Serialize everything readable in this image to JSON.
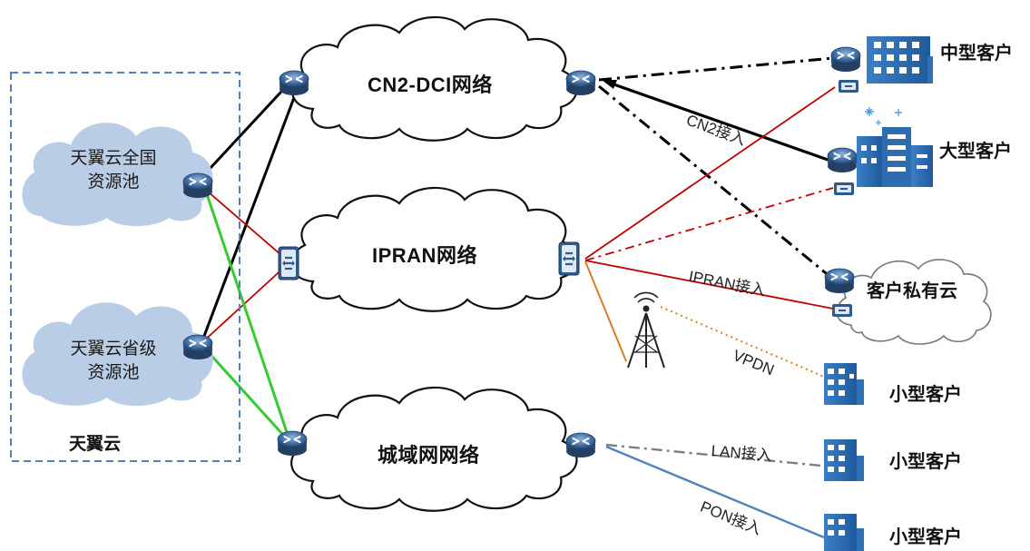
{
  "tianyi": {
    "group_label": "天翼云",
    "national_pool": [
      "天翼云全国",
      "资源池"
    ],
    "provincial_pool": [
      "天翼云省级",
      "资源池"
    ]
  },
  "networks": {
    "cn2": "CN2-DCI网络",
    "ipran": "IPRAN网络",
    "metro": "城域网网络"
  },
  "customers": {
    "medium": "中型客户",
    "large": "大型客户",
    "private_cloud": "客户私有云",
    "small_vpdn": "小型客户",
    "small_lan": "小型客户",
    "small_pon": "小型客户"
  },
  "links": {
    "cn2_access": "CN2接入",
    "ipran_access": "IPRAN接入",
    "vpdn": "VPDN",
    "lan_access": "LAN接入",
    "pon_access": "PON接入"
  },
  "colors": {
    "cloud_fill": "#b9cde6",
    "net_cloud_stroke": "#111111",
    "cn2_line": "#000000",
    "ipran_line": "#c00000",
    "inner_green": "#33cc33",
    "vpdn_line": "#e07a1f",
    "pon_line": "#4f81bd",
    "lan_line": "#7f7f7f",
    "building": "#2e6fb6",
    "router": "#3f6ea8"
  },
  "icons": [
    "router-icon",
    "switch-icon",
    "building-icon",
    "cell-tower-icon",
    "cloud-icon"
  ]
}
